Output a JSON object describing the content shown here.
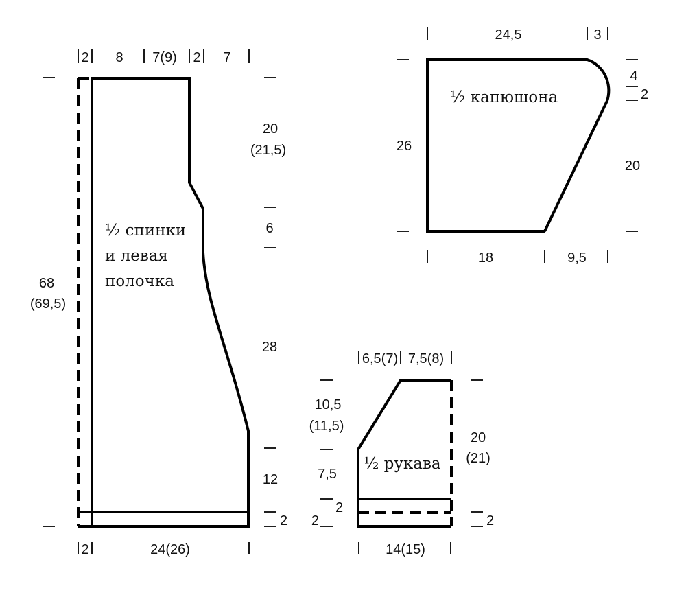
{
  "back_front": {
    "label_line1": "½ спинки",
    "label_line2": "и левая",
    "label_line3": "полочка",
    "top_dims": [
      "2",
      "8",
      "7(9)",
      "2",
      "7"
    ],
    "height_total": "68",
    "height_total_alt": "(69,5)",
    "right_dims": [
      "20",
      "(21,5)",
      "6",
      "28",
      "12",
      "2"
    ],
    "bottom_dims": [
      "2",
      "24(26)"
    ]
  },
  "hood": {
    "label": "½ капюшона",
    "top_dims": [
      "24,5",
      "3"
    ],
    "left_dim": "26",
    "right_dims": [
      "4",
      "2",
      "20"
    ],
    "bottom_dims": [
      "18",
      "9,5"
    ]
  },
  "sleeve": {
    "label": "½ рукава",
    "top_dims": [
      "6,5(7)",
      "7,5(8)"
    ],
    "left_dims": [
      "10,5",
      "(11,5)",
      "7,5",
      "2",
      "2"
    ],
    "right_dims": [
      "20",
      "(21)",
      "2"
    ],
    "bottom_dim": "14(15)"
  }
}
